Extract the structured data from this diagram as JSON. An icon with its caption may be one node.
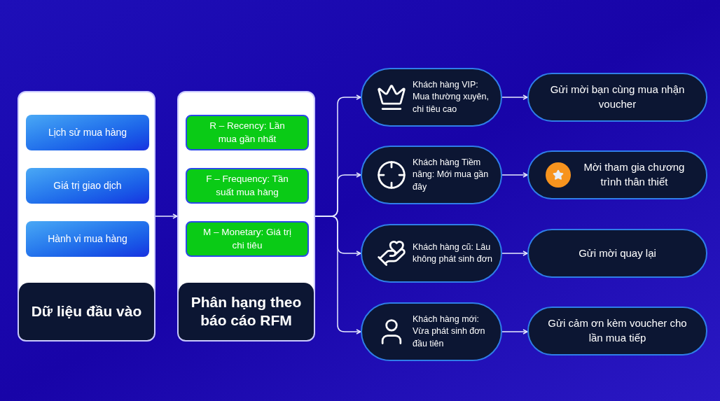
{
  "diagram": {
    "nodes": [
      {
        "text": [
          "Dữ liệu đầu vào"
        ]
      },
      {
        "text": [
          "Lịch sử mua hàng"
        ],
        "in": 0
      },
      {
        "text": [
          "Giá trị giao dịch"
        ],
        "in": 0
      },
      {
        "text": [
          "Hành vi mua hàng"
        ],
        "in": 0
      },
      {
        "text": [
          "Phân hạng theo báo cáo RFM"
        ]
      },
      {
        "text": [
          "R – Recency: Lần mua gần nhất"
        ],
        "in": 4
      },
      {
        "text": [
          "F – Frequency: Tần suất mua hàng"
        ],
        "in": 4
      },
      {
        "text": [
          "M – Monetary: Giá trị chi tiêu"
        ],
        "in": 4
      },
      {
        "text": [
          "Khách hàng VIP: Mua thường xuyên, chi tiêu cao"
        ]
      },
      {
        "text": [
          "Khách hàng Tiềm năng: Mới mua gần đây"
        ]
      },
      {
        "text": [
          "Khách hàng cũ: Lâu không phát sinh đơn"
        ]
      },
      {
        "text": [
          "Khách hàng mới: Vừa phát sinh đơn đầu tiên"
        ]
      },
      {
        "text": [
          "Gửi mời bạn cùng mua nhận voucher"
        ]
      },
      {
        "text": [
          "Mời tham gia chương trình thân thiết"
        ]
      },
      {
        "text": [
          "Gửi mời quay lại"
        ]
      },
      {
        "text": [
          "Gửi cảm ơn kèm voucher cho lần mua tiếp"
        ]
      }
    ],
    "edges": [
      {
        "from": 0,
        "to": 4,
        "arrow": "to"
      },
      {
        "from": 4,
        "to": 8,
        "arrow": "to"
      },
      {
        "from": 4,
        "to": 9,
        "arrow": "to"
      },
      {
        "from": 4,
        "to": 10,
        "arrow": "to"
      },
      {
        "from": 4,
        "to": 11,
        "arrow": "to"
      },
      {
        "from": 8,
        "to": 12,
        "arrow": "to"
      },
      {
        "from": 9,
        "to": 13,
        "arrow": "to"
      },
      {
        "from": 10,
        "to": 14,
        "arrow": "to"
      },
      {
        "from": 11,
        "to": 15,
        "arrow": "to"
      }
    ]
  }
}
